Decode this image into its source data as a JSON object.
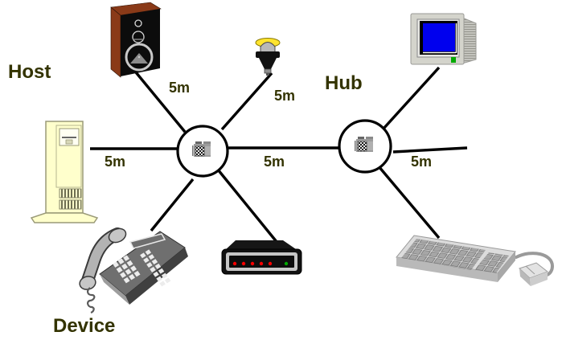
{
  "diagram": {
    "labels": {
      "host": "Host",
      "hub": "Hub",
      "device": "Device"
    },
    "links": [
      {
        "from": "speaker",
        "to": "hub-1",
        "length": "5m"
      },
      {
        "from": "microphone",
        "to": "hub-1",
        "length": "5m"
      },
      {
        "from": "host-tower",
        "to": "hub-1",
        "length": "5m"
      },
      {
        "from": "hub-1",
        "to": "hub-2",
        "length": "5m"
      },
      {
        "from": "hub-2",
        "to": "offscreen-right",
        "length": "5m"
      },
      {
        "from": "telephone",
        "to": "hub-1"
      },
      {
        "from": "modem",
        "to": "hub-1"
      },
      {
        "from": "monitor",
        "to": "hub-2"
      },
      {
        "from": "keyboard-mouse",
        "to": "hub-2"
      }
    ],
    "nodes": [
      {
        "id": "hub-1",
        "icon": "hub-device-icon"
      },
      {
        "id": "hub-2",
        "icon": "hub-device-icon"
      },
      {
        "id": "speaker",
        "icon": "speaker-icon"
      },
      {
        "id": "microphone",
        "icon": "microphone-icon"
      },
      {
        "id": "host-tower",
        "icon": "tower-computer-icon"
      },
      {
        "id": "monitor",
        "icon": "monitor-icon"
      },
      {
        "id": "telephone",
        "icon": "telephone-icon"
      },
      {
        "id": "modem",
        "icon": "modem-icon"
      },
      {
        "id": "keyboard-mouse",
        "icon": "keyboard-mouse-icon"
      }
    ],
    "colors": {
      "label_text": "#333300",
      "line": "#000000",
      "screen_blue": "#0000EE",
      "speaker_wood": "#8A3A18",
      "tower_case": "#FFFFCC",
      "mic_cap_yellow": "#FFE42E",
      "led_red": "#FF0000",
      "led_green": "#00AA00"
    }
  }
}
